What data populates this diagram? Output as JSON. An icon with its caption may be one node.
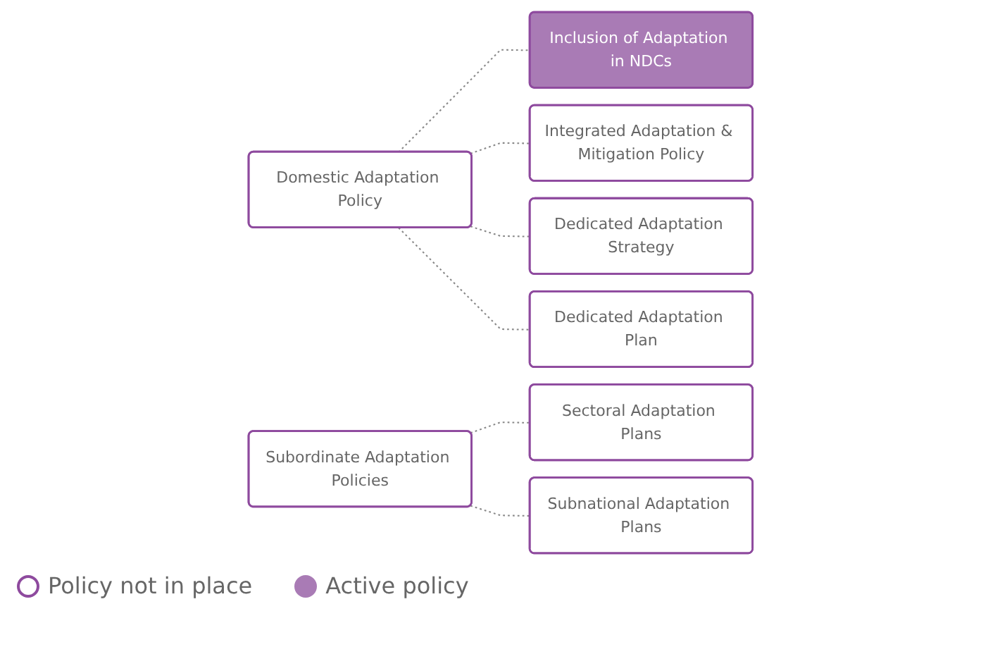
{
  "diagram": {
    "nodes": [
      {
        "text": [
          "Domestic Adaptation Policy"
        ]
      },
      {
        "text": [
          "Inclusion of Adaptation in NDCs"
        ]
      },
      {
        "text": [
          "Integrated Adaptation & Mitigation Policy"
        ]
      },
      {
        "text": [
          "Dedicated Adaptation Strategy"
        ]
      },
      {
        "text": [
          "Dedicated Adaptation Plan"
        ]
      },
      {
        "text": [
          "Subordinate Adaptation Policies"
        ]
      },
      {
        "text": [
          "Sectoral Adaptation Plans"
        ]
      },
      {
        "text": [
          "Subnational Adaptation Plans"
        ]
      }
    ],
    "edges": [
      {
        "from": 0,
        "to": 1,
        "arrow": "none",
        "style": "dashed"
      },
      {
        "from": 0,
        "to": 2,
        "arrow": "none",
        "style": "dashed"
      },
      {
        "from": 0,
        "to": 3,
        "arrow": "none",
        "style": "dashed"
      },
      {
        "from": 0,
        "to": 4,
        "arrow": "none",
        "style": "dashed"
      },
      {
        "from": 5,
        "to": 6,
        "arrow": "none",
        "style": "dashed"
      },
      {
        "from": 5,
        "to": 7,
        "arrow": "none",
        "style": "dashed"
      }
    ],
    "legend": [
      {
        "text": "Policy not in place"
      },
      {
        "text": "Active policy",
        "color": "#a97bb5"
      }
    ]
  }
}
